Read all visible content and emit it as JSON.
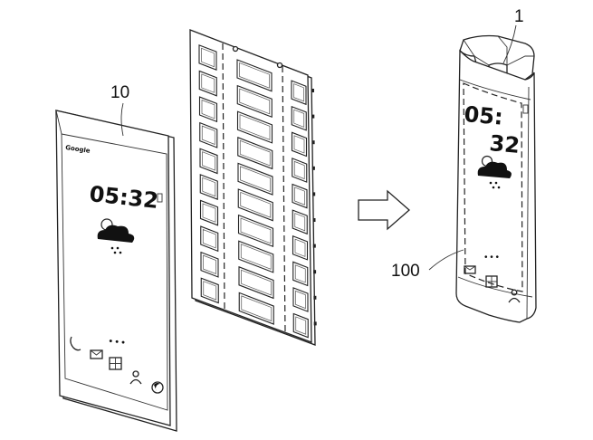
{
  "labels": {
    "ref_display": "10",
    "ref_device": "1",
    "ref_flexible": "100"
  },
  "flat_display": {
    "brand": "Google",
    "clock": "05:32",
    "dots": "• • •",
    "icons": [
      "phone-icon",
      "mail-icon",
      "grid-icon",
      "person-icon",
      "compass-icon"
    ]
  },
  "curved_device": {
    "clock": "05:32",
    "dots": "• • •",
    "icons": [
      "mail-icon",
      "grid-icon",
      "person-icon"
    ]
  },
  "battery_panel": {
    "columns": 3,
    "rows": 10
  },
  "colors": {
    "line": "#222222",
    "background": "#ffffff"
  }
}
